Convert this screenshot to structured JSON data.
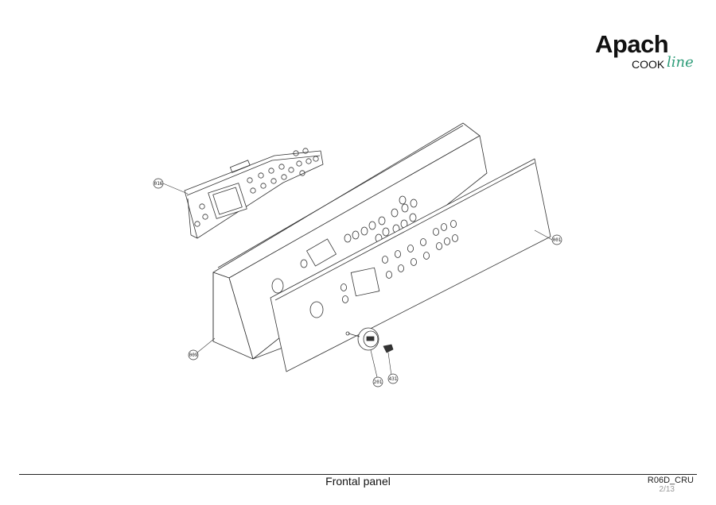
{
  "logo": {
    "brand": "Apach",
    "cook": "COOK",
    "line": "line",
    "accent_color": "#2f9d7a"
  },
  "callouts": {
    "c016": "016",
    "c001": "001",
    "c009": "009",
    "c201": "201",
    "c431": "431"
  },
  "footer": {
    "title": "Frontal panel",
    "code": "R06D_CRU",
    "page": "2/13"
  }
}
